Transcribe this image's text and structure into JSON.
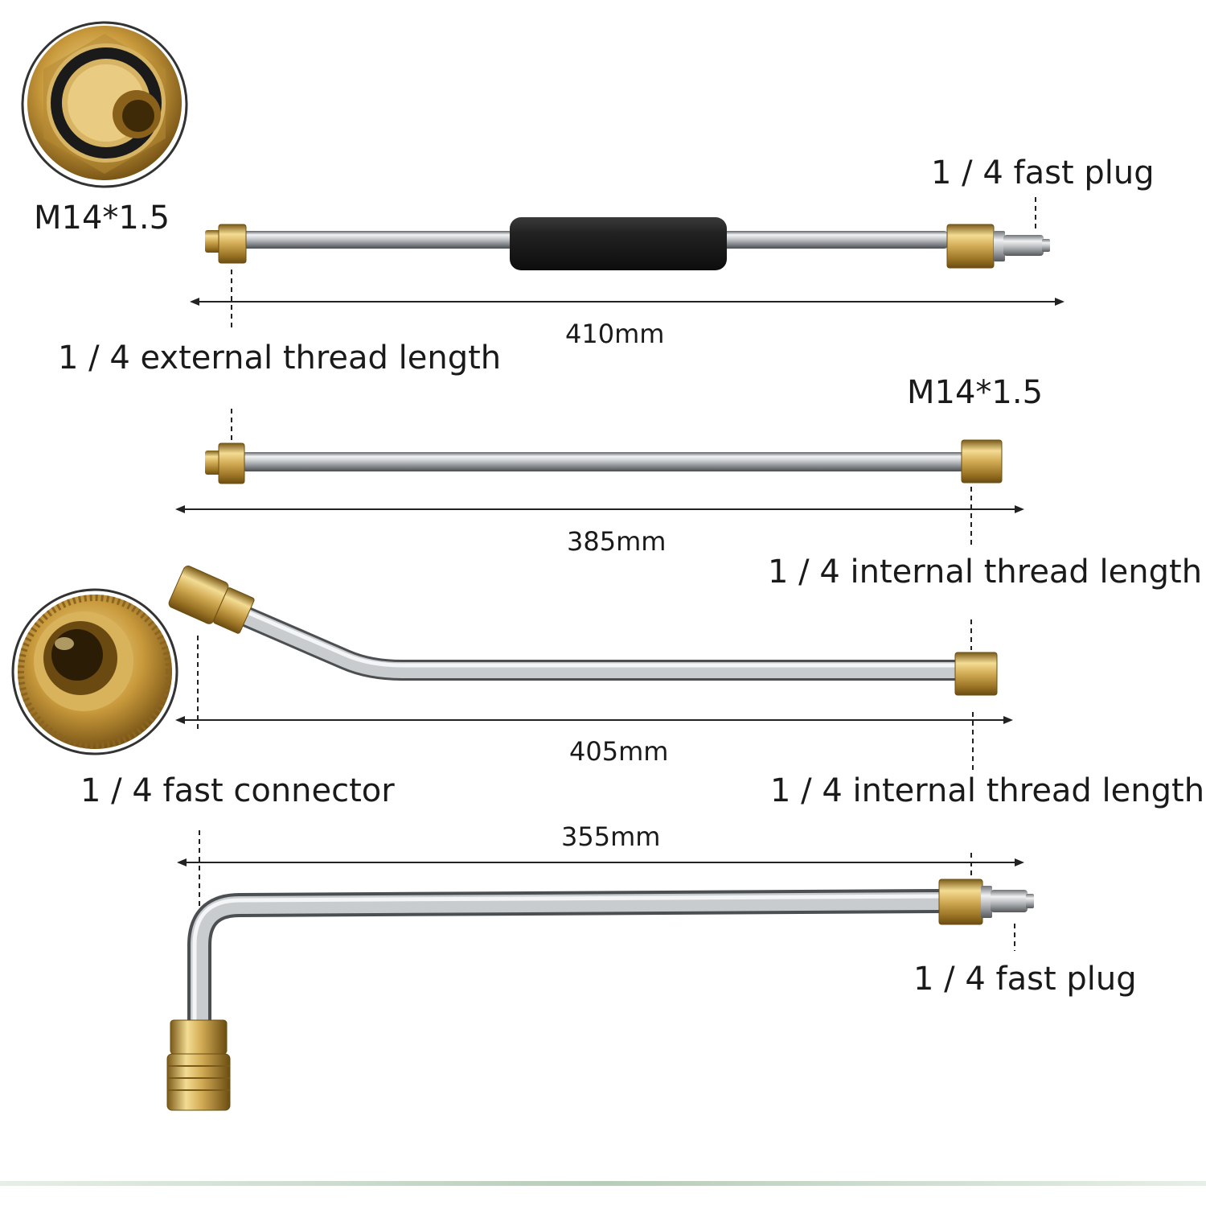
{
  "labels": {
    "m14_top_left": "M14*1.5",
    "fast_plug_top": "1 / 4 fast plug",
    "external_thread": "1 / 4  external  thread length",
    "m14_right": "M14*1.5",
    "internal_thread_a": "1 / 4 internal thread length",
    "fast_connector": "1 / 4 fast connector",
    "internal_thread_b": "1 / 4 internal thread length",
    "fast_plug_bottom": "1 / 4 fast plug"
  },
  "dimensions": {
    "wand_1": "410mm",
    "wand_2": "385mm",
    "wand_3": "405mm",
    "wand_4": "355mm"
  },
  "colors": {
    "brass": "#c9a24a",
    "brass_dark": "#8a6a22",
    "steel": "#b9bcbf",
    "grip": "#1c1c1c",
    "line": "#222222"
  }
}
